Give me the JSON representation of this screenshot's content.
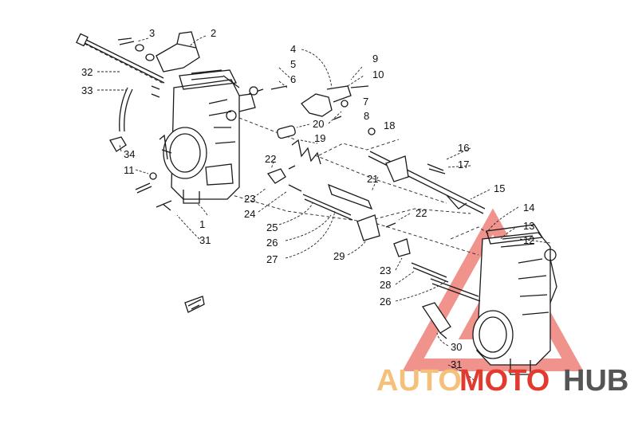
{
  "callouts": [
    {
      "id": "2",
      "text": "2"
    },
    {
      "id": "3",
      "text": "3"
    },
    {
      "id": "4",
      "text": "4"
    },
    {
      "id": "5",
      "text": "5"
    },
    {
      "id": "6",
      "text": "6"
    },
    {
      "id": "7",
      "text": "7"
    },
    {
      "id": "8",
      "text": "8"
    },
    {
      "id": "9",
      "text": "9"
    },
    {
      "id": "10",
      "text": "10"
    },
    {
      "id": "32",
      "text": "32"
    },
    {
      "id": "33",
      "text": "33"
    },
    {
      "id": "20",
      "text": "20"
    },
    {
      "id": "19",
      "text": "19"
    },
    {
      "id": "18",
      "text": "18"
    },
    {
      "id": "16",
      "text": "16"
    },
    {
      "id": "17",
      "text": "17"
    },
    {
      "id": "15",
      "text": "15"
    },
    {
      "id": "34",
      "text": "34"
    },
    {
      "id": "11",
      "text": "11"
    },
    {
      "id": "22a",
      "text": "22"
    },
    {
      "id": "21",
      "text": "21"
    },
    {
      "id": "23a",
      "text": "23"
    },
    {
      "id": "24",
      "text": "24"
    },
    {
      "id": "25",
      "text": "25"
    },
    {
      "id": "22b",
      "text": "22"
    },
    {
      "id": "14",
      "text": "14"
    },
    {
      "id": "13",
      "text": "13"
    },
    {
      "id": "12",
      "text": "12"
    },
    {
      "id": "1",
      "text": "1"
    },
    {
      "id": "31a",
      "text": "31"
    },
    {
      "id": "26a",
      "text": "26"
    },
    {
      "id": "27",
      "text": "27"
    },
    {
      "id": "29",
      "text": "29"
    },
    {
      "id": "23b",
      "text": "23"
    },
    {
      "id": "28",
      "text": "28"
    },
    {
      "id": "26b",
      "text": "26"
    },
    {
      "id": "30",
      "text": "30"
    },
    {
      "id": "31b",
      "text": "31"
    }
  ],
  "watermark": {
    "part1": "AUTO",
    "part2": "MOTO",
    "part3": "HUB",
    "color_part1": "#f5c07a",
    "color_part2": "#e23a2e",
    "color_part3": "#555555",
    "triangle_color": "#e23a2e"
  }
}
